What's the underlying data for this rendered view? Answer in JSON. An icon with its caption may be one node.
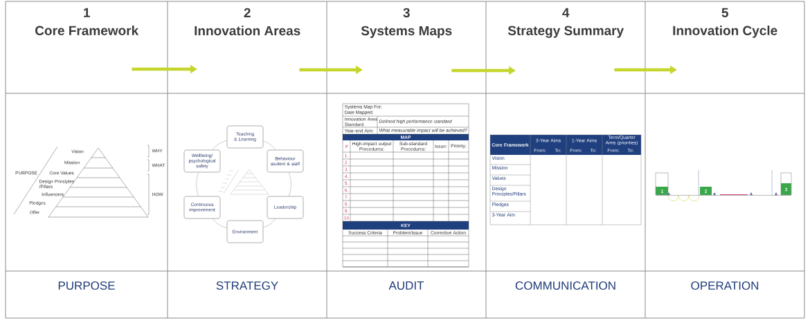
{
  "diagram": {
    "nodes": [
      {
        "text": [
          "1",
          "Core Framework"
        ]
      },
      {
        "text": [
          "2",
          "Innovation Areas"
        ]
      },
      {
        "text": [
          "3",
          "Systems Maps"
        ]
      },
      {
        "text": [
          "4",
          "Strategy Summary"
        ]
      },
      {
        "text": [
          "5",
          "Innovation Cycle"
        ]
      },
      {
        "text": [
          "Teaching & Learning"
        ]
      },
      {
        "text": [
          "Wellbeing/ psychological safety"
        ]
      },
      {
        "text": [
          "Behaviour student & staff"
        ]
      },
      {
        "text": [
          "Continuous improvement"
        ]
      },
      {
        "text": [
          "Leadership"
        ]
      },
      {
        "text": [
          "Environment"
        ]
      }
    ],
    "edges": [
      {
        "from": 0,
        "to": 1,
        "arrow": "to",
        "style": "thick",
        "color": "#c5d52b"
      },
      {
        "from": 1,
        "to": 2,
        "arrow": "to",
        "style": "thick",
        "color": "#c5d52b"
      },
      {
        "from": 2,
        "to": 3,
        "arrow": "to",
        "style": "thick",
        "color": "#c5d52b"
      },
      {
        "from": 3,
        "to": 4,
        "arrow": "to",
        "style": "thick",
        "color": "#c5d52b"
      },
      {
        "from": 5,
        "to": 7,
        "arrow": "none"
      },
      {
        "from": 7,
        "to": 9,
        "arrow": "none"
      },
      {
        "from": 9,
        "to": 10,
        "arrow": "none"
      },
      {
        "from": 10,
        "to": 8,
        "arrow": "none"
      },
      {
        "from": 8,
        "to": 6,
        "arrow": "none"
      },
      {
        "from": 6,
        "to": 5,
        "arrow": "none"
      }
    ],
    "labels": [
      "Vision",
      "Mission",
      "PURPOSE",
      "Core Values",
      "Design Principles /Pillars",
      "Influencers",
      "Pledges",
      "Offer",
      "WHY",
      "WHAT",
      "HOW",
      "Systems Map For:",
      "Date Mapped:",
      "Innovation Area Standard:",
      "Defined high performance standard",
      "Year-end Aim:",
      "What measurable impact will be achieved?",
      "MAP",
      "#",
      "High-impact output Procedures:",
      "Sub-standard Procedures:",
      "Issue:",
      "Priority:",
      "1.",
      "2.",
      "3.",
      "4.",
      "5.",
      "6.",
      "7.",
      "8.",
      "9.",
      "10",
      "KEY",
      "Success Criteria",
      "Problem/Issue",
      "Corrective Action",
      "Core Framework",
      "3-Year Aims",
      "From:",
      "To:",
      "1-Year Aims",
      "From:",
      "To:",
      "Term/Quarter Aims (priorities)",
      "From:",
      "To:",
      "Vision",
      "Mission",
      "Values",
      "Design Principles/Pillars",
      "Pledges",
      "3-Year Aim",
      "1",
      "2",
      "3",
      "PURPOSE",
      "STRATEGY",
      "AUDIT",
      "COMMUNICATION",
      "OPERATION"
    ]
  }
}
